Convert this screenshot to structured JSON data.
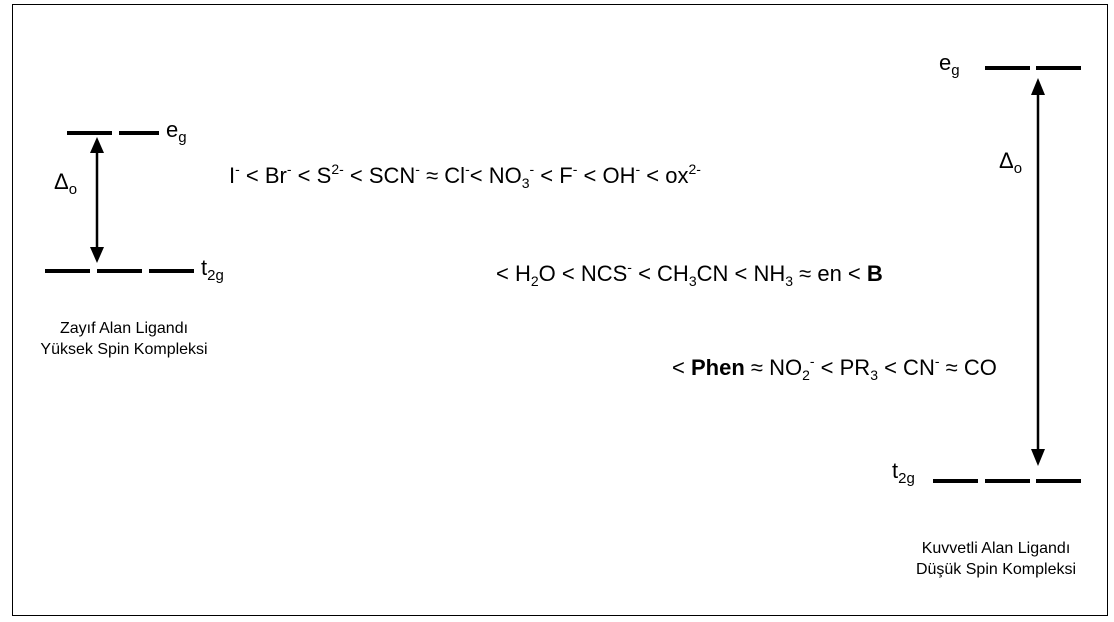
{
  "weak": {
    "eg": {
      "sym": "e",
      "sub": "g"
    },
    "t2g": {
      "sym": "t",
      "sub": "2g"
    },
    "delta": {
      "sym": "Δ",
      "sub": "o"
    },
    "caption": [
      "Zayıf Alan Ligandı",
      "Yüksek Spin Kompleksi"
    ]
  },
  "strong": {
    "eg": {
      "sym": "e",
      "sub": "g"
    },
    "t2g": {
      "sym": "t",
      "sub": "2g"
    },
    "delta": {
      "sym": "Δ",
      "sub": "o"
    },
    "caption": [
      "Kuvvetli Alan Ligandı",
      "Düşük Spin Kompleksi"
    ]
  },
  "series": {
    "line1": [
      {
        "b": "I",
        "sup": "-"
      },
      {
        "b": " < "
      },
      {
        "b": "Br",
        "sup": "-"
      },
      {
        "b": " < "
      },
      {
        "b": "S",
        "sup": "2-"
      },
      {
        "b": " < "
      },
      {
        "b": "SCN",
        "sup": "-"
      },
      {
        "b": " ≈ "
      },
      {
        "b": "Cl",
        "sup": "-"
      },
      {
        "b": "< "
      },
      {
        "b": "NO",
        "sub": "3",
        "sup": "-"
      },
      {
        "b": " < "
      },
      {
        "b": "F",
        "sup": "-"
      },
      {
        "b": " < "
      },
      {
        "b": "OH",
        "sup": "-"
      },
      {
        "b": " < "
      },
      {
        "b": "ox",
        "sup": "2-"
      }
    ],
    "line2": [
      {
        "b": "< "
      },
      {
        "b": "H"
      },
      {
        "b": "2",
        "k": "sub"
      },
      {
        "b": "O < NCS"
      },
      {
        "b": "-",
        "k": "sup"
      },
      {
        "b": " < CH"
      },
      {
        "b": "3",
        "k": "sub"
      },
      {
        "b": "CN < NH"
      },
      {
        "b": "3",
        "k": "sub"
      },
      {
        "b": " ≈ en < "
      },
      {
        "b": "B",
        "k": "bold"
      }
    ],
    "line3": [
      {
        "b": "< "
      },
      {
        "b": "Phen",
        "k": "bold"
      },
      {
        "b": " ≈ NO"
      },
      {
        "b": "2",
        "k": "sub"
      },
      {
        "b": "-",
        "k": "sup"
      },
      {
        "b": " < PR"
      },
      {
        "b": "3",
        "k": "sub"
      },
      {
        "b": " < CN"
      },
      {
        "b": "-",
        "k": "sup"
      },
      {
        "b": " ≈ CO"
      }
    ]
  }
}
